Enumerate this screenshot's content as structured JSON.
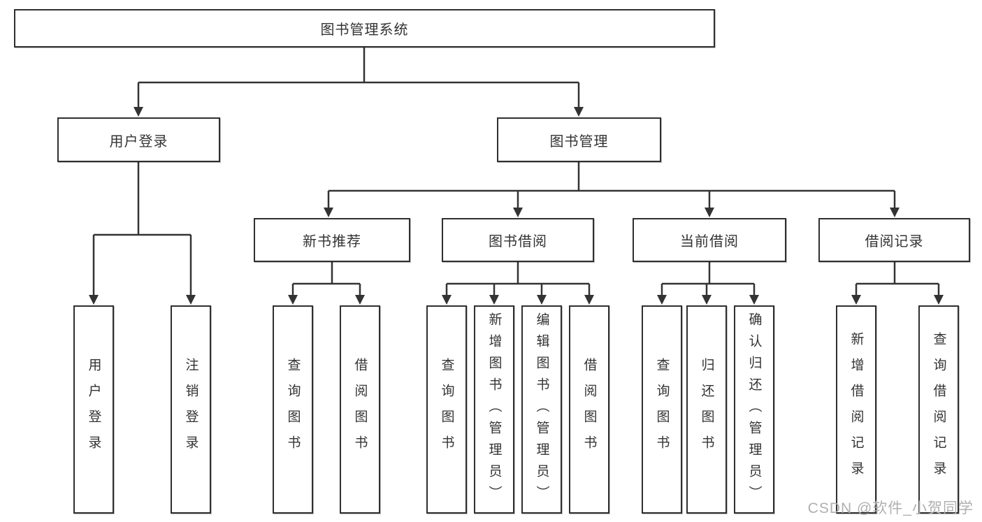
{
  "diagram": {
    "root": {
      "label": "图书管理系统"
    },
    "level2": [
      {
        "label": "用户登录"
      },
      {
        "label": "图书管理"
      }
    ],
    "level3": [
      {
        "label": "新书推荐"
      },
      {
        "label": "图书借阅"
      },
      {
        "label": "当前借阅"
      },
      {
        "label": "借阅记录"
      }
    ],
    "leaves": {
      "user_login": [
        {
          "label": "用户登录"
        },
        {
          "label": "注销登录"
        }
      ],
      "new_book": [
        {
          "label": "查询图书"
        },
        {
          "label": "借阅图书"
        }
      ],
      "book_borrow": [
        {
          "label": "查询图书"
        },
        {
          "label": "新增图书（管理员）"
        },
        {
          "label": "编辑图书（管理员）"
        },
        {
          "label": "借阅图书"
        }
      ],
      "current_borrow": [
        {
          "label": "查询图书"
        },
        {
          "label": "归还图书"
        },
        {
          "label": "确认归还（管理员）"
        }
      ],
      "borrow_record": [
        {
          "label": "新增借阅记录"
        },
        {
          "label": "查询借阅记录"
        }
      ]
    }
  },
  "watermark": {
    "text": "CSDN @软件_小贺同学"
  },
  "colors": {
    "line": "#333333",
    "box_border": "#2f2f2f",
    "text": "#333333",
    "watermark": "#b0b0b0",
    "background": "#ffffff"
  }
}
